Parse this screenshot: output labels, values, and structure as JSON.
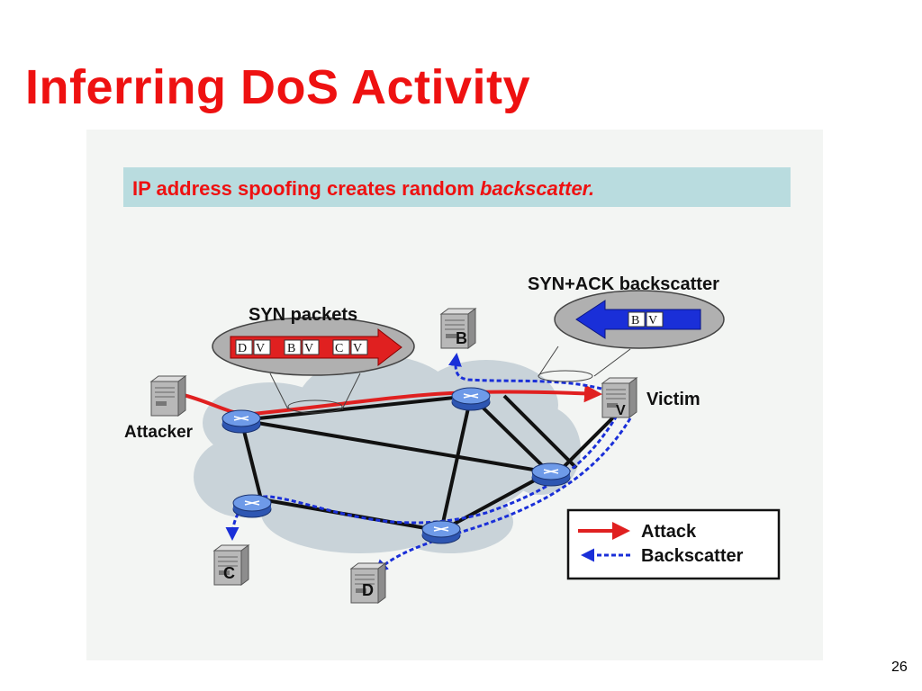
{
  "slide": {
    "title": "Inferring DoS Activity",
    "page_number": "26"
  },
  "callout": {
    "text_plain": "IP address spoofing creates random ",
    "text_emphasis": "backscatter."
  },
  "diagram": {
    "syn_label": "SYN packets",
    "syn_packets": [
      {
        "src": "D",
        "dst": "V"
      },
      {
        "src": "B",
        "dst": "V"
      },
      {
        "src": "C",
        "dst": "V"
      }
    ],
    "backscatter_label": "SYN+ACK backscatter",
    "backscatter_packet": {
      "src": "B",
      "dst": "V"
    },
    "hosts": {
      "attacker": "Attacker",
      "victim": "Victim",
      "victim_letter": "V",
      "b": "B",
      "c": "C",
      "d": "D"
    },
    "legend": {
      "attack": "Attack",
      "backscatter": "Backscatter"
    },
    "colors": {
      "title": "#ee1111",
      "callout_bg": "#b9dcdf",
      "attack": "#e02020",
      "backscatter": "#1a2fd8",
      "cloud": "#c9d3d9",
      "router": "#4f7fd6"
    }
  }
}
